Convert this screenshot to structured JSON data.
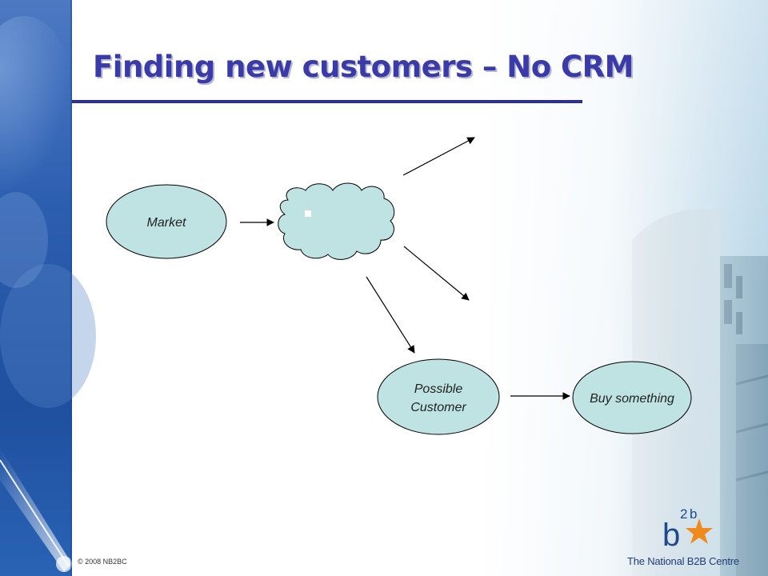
{
  "slide": {
    "title": "Finding new customers – No CRM",
    "copyright": "© 2008 NB2BC"
  },
  "diagram": {
    "nodes": {
      "market": "Market",
      "possible_customer_line1": "Possible",
      "possible_customer_line2": "Customer",
      "buy_something": "Buy something"
    }
  },
  "logo": {
    "mark_b": "b",
    "mark_2": "2",
    "mark_b_small": "b",
    "text": "The National B2B Centre"
  },
  "colors": {
    "title": "#3a3aa8",
    "rule": "#2b2f9b",
    "node_fill": "#bfe3e3",
    "star": "#f08a1c",
    "logo_text": "#1e3d7a"
  }
}
